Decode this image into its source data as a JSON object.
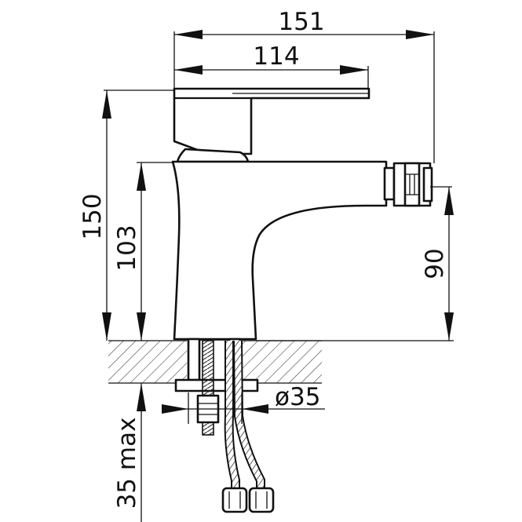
{
  "dimensions": {
    "overall_width": "151",
    "lever_length": "114",
    "total_height": "150",
    "spout_height": "103",
    "outlet_height": "90",
    "hole_diameter": "ø35",
    "max_counter_thickness": "35 max"
  },
  "colors": {
    "line": "#111111",
    "background": "#ffffff"
  }
}
